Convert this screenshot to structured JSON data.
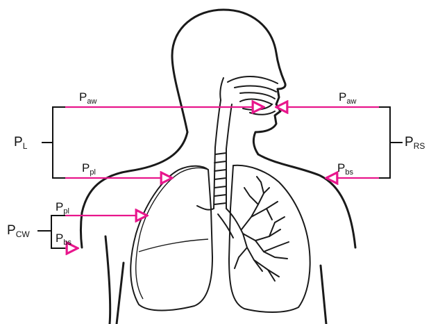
{
  "colors": {
    "arrow": "#e8168c",
    "outline": "#1a1a1a",
    "bracket": "#111111"
  },
  "labels": {
    "paw_left": {
      "main": "P",
      "sub": "aw"
    },
    "paw_right": {
      "main": "P",
      "sub": "aw"
    },
    "ppl_upper": {
      "main": "P",
      "sub": "pl"
    },
    "ppl_lower": {
      "main": "P",
      "sub": "pl"
    },
    "pbs_right": {
      "main": "P",
      "sub": "bs"
    },
    "pbs_lower": {
      "main": "P",
      "sub": "bs"
    },
    "pl": {
      "main": "P",
      "sub": "L"
    },
    "prs": {
      "main": "P",
      "sub": "RS"
    },
    "pcw": {
      "main": "P",
      "sub": "CW"
    }
  }
}
